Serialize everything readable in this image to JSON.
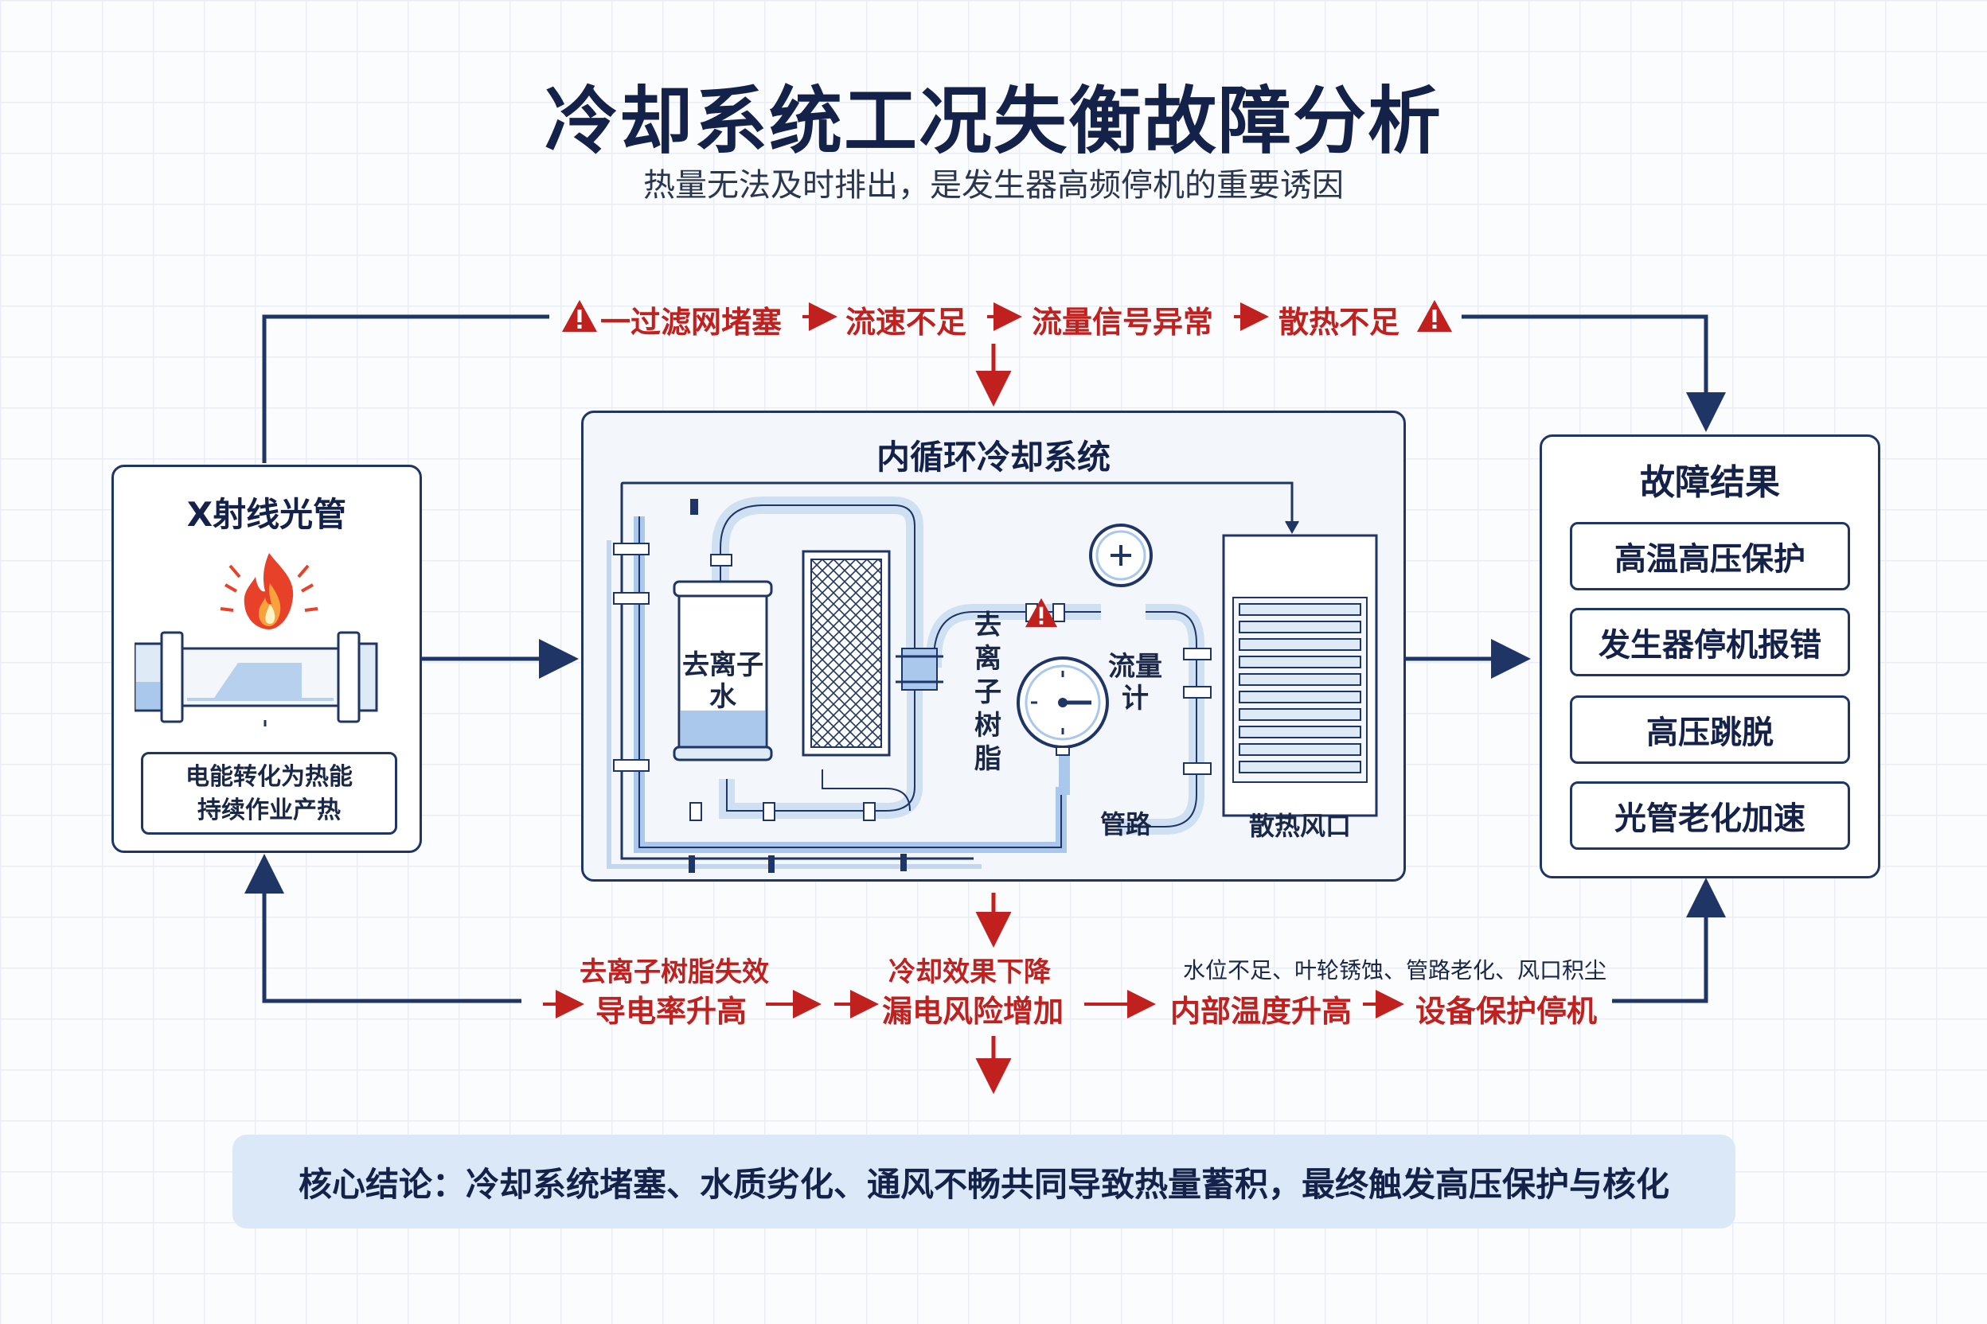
{
  "header": {
    "title": "冷却系统工况失衡故障分析",
    "subtitle": "热量无法及时排出，是发生器高频停机的重要诱因"
  },
  "top_chain": {
    "step1": "一过滤网堵塞",
    "step2": "流速不足",
    "step3": "流量信号异常",
    "step4": "散热不足",
    "warning_icon": "warning-triangle-icon"
  },
  "xray_panel": {
    "title": "X射线光管",
    "icon": "flame-icon",
    "desc_line1": "电能转化为热能",
    "desc_line2": "持续作业产热"
  },
  "cooling_panel": {
    "title": "内循环冷却系统",
    "tank_label_1": "去离子",
    "tank_label_2": "水",
    "resin_label": [
      "去",
      "离",
      "子",
      "树",
      "脂"
    ],
    "flowmeter_label": [
      "流量",
      "计"
    ],
    "pipe_label": "管路",
    "vent_label": "散热风口"
  },
  "results_panel": {
    "title": "故障结果",
    "items": [
      "高温高压保护",
      "发生器停机报错",
      "高压跳脱",
      "光管老化加速"
    ]
  },
  "bottom_chain": {
    "above1": "去离子树脂失效",
    "above2": "冷却效果下降",
    "above3": "水位不足、叶轮锈蚀、管路老化、风口积尘",
    "step1": "导电率升高",
    "step2": "漏电风险增加",
    "step3": "内部温度升高",
    "step4": "设备保护停机"
  },
  "conclusion": {
    "text": "核心结论：冷却系统堵塞、水质劣化、通风不畅共同导致热量蓄积，最终触发高压保护与核化"
  },
  "colors": {
    "navy": "#1f3566",
    "red": "#c0211f",
    "light_blue": "#a9c8ec",
    "conclusion_bg": "#dbe8f7"
  }
}
